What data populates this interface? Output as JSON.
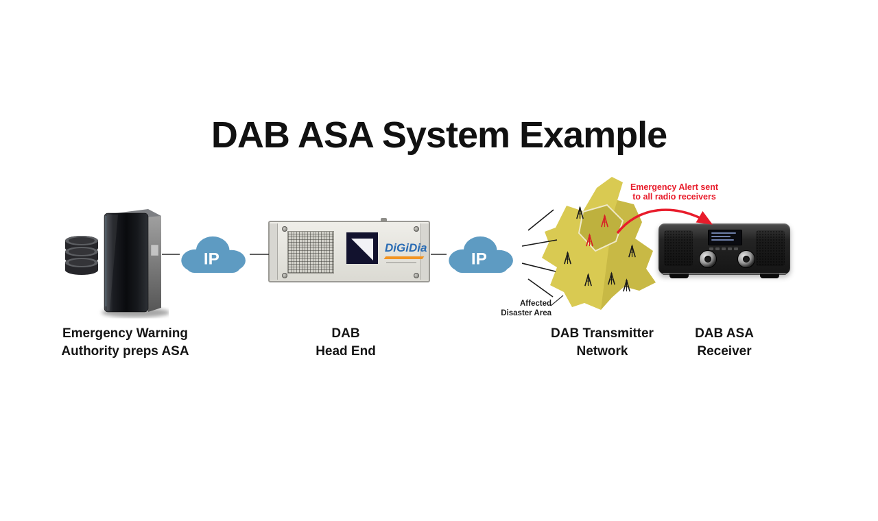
{
  "title": "DAB ASA System Example",
  "nodes": {
    "authority": {
      "label": [
        "Emergency Warning",
        "Authority preps ASA"
      ]
    },
    "head_end": {
      "label": [
        "DAB",
        "Head End"
      ],
      "brand": "DiGiDia"
    },
    "transmitter_network": {
      "label": [
        "DAB Transmitter",
        "Network"
      ]
    },
    "receiver": {
      "label": [
        "DAB ASA",
        "Receiver"
      ]
    }
  },
  "clouds": {
    "left": "IP",
    "right": "IP"
  },
  "annotations": {
    "emergency_alert": {
      "lines": [
        "Emergency Alert sent",
        "to all radio receivers"
      ]
    },
    "disaster_area": {
      "lines": [
        "Affected",
        "Disaster Area"
      ]
    }
  },
  "colors": {
    "cloud_blue": "#5e9bc2",
    "alert_red": "#e81c2b",
    "map_yellow": "#d9ca52",
    "map_inner": "#beb13e",
    "map_shade": "#b3a336"
  }
}
